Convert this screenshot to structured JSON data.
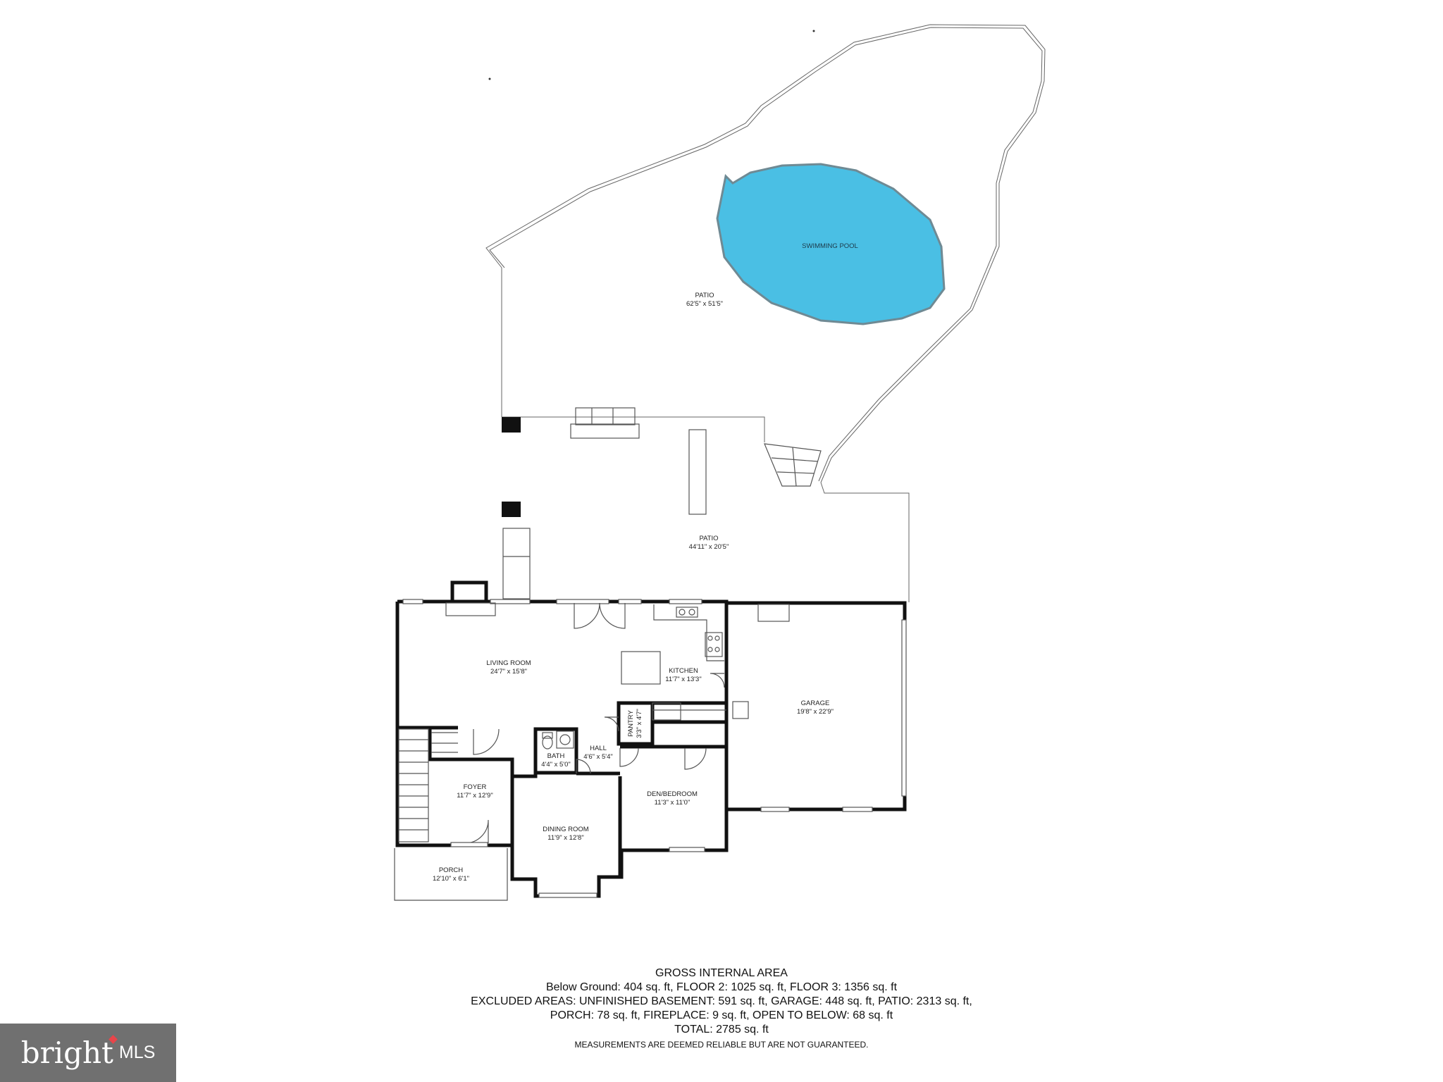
{
  "plan": {
    "rooms": [
      {
        "name": "SWIMMING POOL",
        "dims": ""
      },
      {
        "name": "PATIO",
        "dims": "62'5\" x 51'5\""
      },
      {
        "name": "PATIO",
        "dims": "44'11\" x 20'5\""
      },
      {
        "name": "LIVING ROOM",
        "dims": "24'7\" x 15'8\""
      },
      {
        "name": "KITCHEN",
        "dims": "11'7\" x 13'3\""
      },
      {
        "name": "GARAGE",
        "dims": "19'8\" x 22'9\""
      },
      {
        "name": "PANTRY",
        "dims": "3'3\" x 4'7\""
      },
      {
        "name": "BATH",
        "dims": "4'4\" x 5'0\""
      },
      {
        "name": "HALL",
        "dims": "4'6\" x 5'4\""
      },
      {
        "name": "FOYER",
        "dims": "11'7\" x 12'9\""
      },
      {
        "name": "DEN/BEDROOM",
        "dims": "11'3\" x 11'0\""
      },
      {
        "name": "DINING ROOM",
        "dims": "11'9\" x 12'8\""
      },
      {
        "name": "PORCH",
        "dims": "12'10\" x 6'1\""
      }
    ],
    "colors": {
      "pool": "#4abfe4",
      "wall": "#111111"
    }
  },
  "area": {
    "title": "GROSS INTERNAL AREA",
    "line1": "Below Ground: 404 sq. ft, FLOOR 2: 1025 sq. ft, FLOOR 3: 1356 sq. ft",
    "line2": "EXCLUDED AREAS: UNFINISHED BASEMENT: 591 sq. ft, GARAGE: 448 sq. ft, PATIO: 2313 sq. ft,",
    "line3": "PORCH: 78 sq. ft, FIREPLACE: 9 sq. ft, OPEN TO BELOW: 68 sq. ft",
    "total": "TOTAL: 2785 sq. ft",
    "disclaimer": "MEASUREMENTS ARE DEEMED RELIABLE BUT ARE NOT GUARANTEED."
  },
  "logo": {
    "brand": "bright",
    "suffix": "MLS"
  }
}
